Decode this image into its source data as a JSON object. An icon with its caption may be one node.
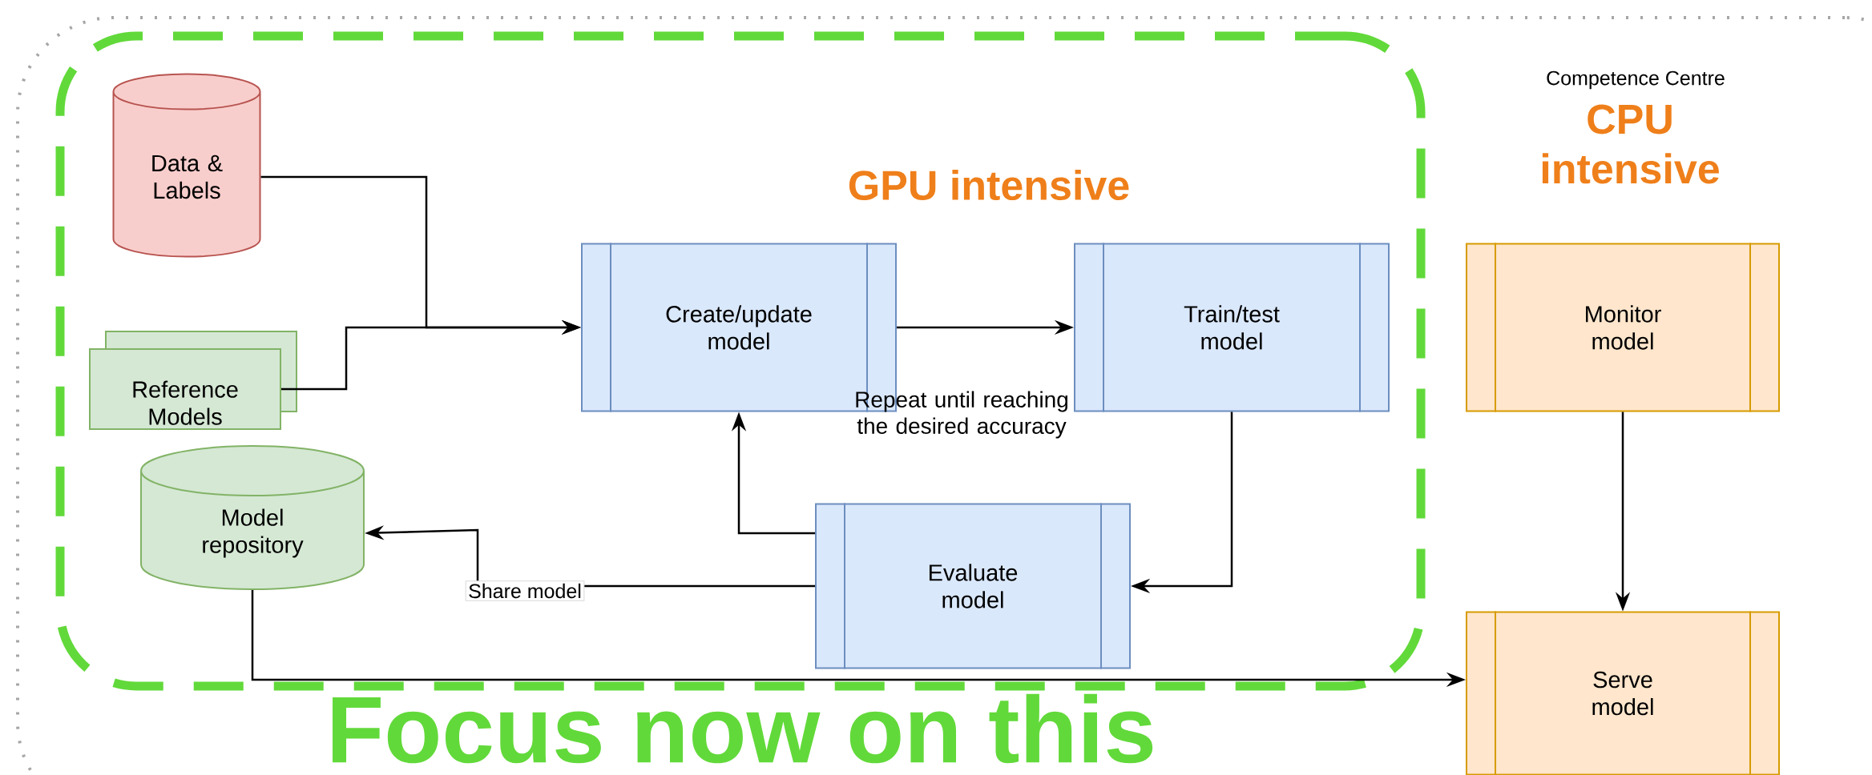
{
  "diagram": {
    "nodes": [
      {
        "text": [
          "Competence Centre"
        ]
      },
      {
        "text": [
          "GPU intensive"
        ],
        "in": 0
      },
      {
        "text": [
          "Data & Labels"
        ],
        "in": 1
      },
      {
        "text": [
          "Reference Models"
        ],
        "in": 1
      },
      {
        "text": [
          "Model repository"
        ],
        "in": 1
      },
      {
        "text": [
          "Create/update model"
        ],
        "in": 1
      },
      {
        "text": [
          "Train/test model"
        ],
        "in": 1
      },
      {
        "text": [
          "Evaluate model"
        ],
        "in": 1
      },
      {
        "text": [
          "Monitor model"
        ],
        "in": 0
      },
      {
        "text": [
          "Serve model"
        ],
        "in": 0
      }
    ],
    "edges": [
      {
        "from": 2,
        "to": 5,
        "arrow": "to"
      },
      {
        "from": 3,
        "to": 5,
        "arrow": "to"
      },
      {
        "from": 5,
        "to": 6,
        "arrow": "to"
      },
      {
        "from": 6,
        "to": 7,
        "arrow": "to"
      },
      {
        "from": 7,
        "to": 5,
        "arrow": "to"
      },
      {
        "from": 7,
        "to": 4,
        "arrow": "to",
        "label": "Share model"
      },
      {
        "from": 4,
        "to": 9,
        "arrow": "to"
      },
      {
        "from": 8,
        "to": 9,
        "arrow": "to"
      }
    ],
    "labels": [
      "CPU intensive",
      "Repeat until reaching the desired accuracy",
      "Focus now on this"
    ]
  }
}
